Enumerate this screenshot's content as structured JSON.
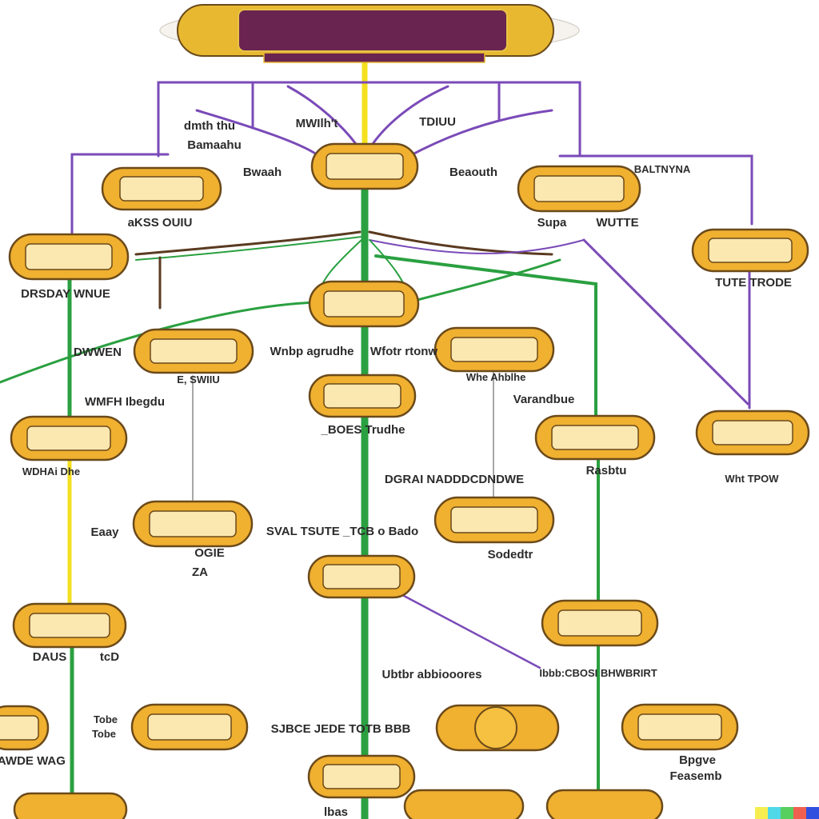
{
  "colors": {
    "banner_fill": "#6a2450",
    "banner_border": "#e8b830",
    "node_fill": "#f0b030",
    "node_inner": "#fbe7b0",
    "node_border": "#6b4a1a",
    "trunk_green": "#2aa040",
    "yellow_line": "#f4e020",
    "purple_line": "#7a4ab8",
    "brown_line": "#5a3a20"
  },
  "banner": {
    "title": ""
  },
  "nodes": [
    {
      "id": "n-center-top",
      "text": ""
    },
    {
      "id": "n-left-top",
      "text": ""
    },
    {
      "id": "n-right-top",
      "text": ""
    },
    {
      "id": "n-far-right",
      "text": ""
    },
    {
      "id": "n-far-left",
      "text": ""
    },
    {
      "id": "n-center-2",
      "text": ""
    },
    {
      "id": "n-left-mid",
      "text": ""
    },
    {
      "id": "n-right-mid",
      "text": ""
    },
    {
      "id": "n-center-3",
      "text": ""
    },
    {
      "id": "n-left-col-2",
      "text": ""
    },
    {
      "id": "n-right-col",
      "text": ""
    },
    {
      "id": "n-far-right-2",
      "text": ""
    },
    {
      "id": "n-left-low",
      "text": ""
    },
    {
      "id": "n-right-low",
      "text": ""
    },
    {
      "id": "n-center-4",
      "text": ""
    },
    {
      "id": "n-left-col-3",
      "text": ""
    },
    {
      "id": "n-right-col-2",
      "text": ""
    },
    {
      "id": "n-edge-left",
      "text": ""
    },
    {
      "id": "n-left-bottom",
      "text": ""
    },
    {
      "id": "n-right-bottom",
      "text": ""
    },
    {
      "id": "n-far-right-bottom",
      "text": ""
    },
    {
      "id": "n-center-5",
      "text": ""
    },
    {
      "id": "n-left-col-4",
      "text": ""
    },
    {
      "id": "n-center-6",
      "text": ""
    },
    {
      "id": "n-right-6",
      "text": ""
    }
  ],
  "labels": [
    "MWIlh't",
    "TDIUU",
    "dmth thu",
    "Bamaahu",
    "Bwaah",
    "Beaouth",
    "BALTNYNA",
    "aKSS OUIU",
    "Supa",
    "WUTTE",
    "DRSDAY WNUE",
    "TUTE TRODE",
    "Wnbp agrudhe",
    "Wfotr rtonw",
    "DWWEN",
    "WMFH Ibegdu",
    "E, SWIIU",
    "Whe Ahblhe",
    "Varandbue",
    "_BOES Trudhe",
    "Rasbtu",
    "Wht TPOW",
    "DGRAI NADDDCDNDWE",
    "WDHAi Dhe",
    "Eaay",
    "SVAL TSUTE _TCB o Bado",
    "OGIE",
    "ZA",
    "Sodedtr",
    "DAUS",
    "tcD",
    "Ubtbr abbiooores",
    "Ibbb:CBOSI BHWBRIRT",
    "Tobe",
    "Tobe",
    "SJBCE JEDE TOTB BBB",
    "Bpgve",
    "Feasemb",
    "DAWDE WAG",
    "lbas"
  ]
}
